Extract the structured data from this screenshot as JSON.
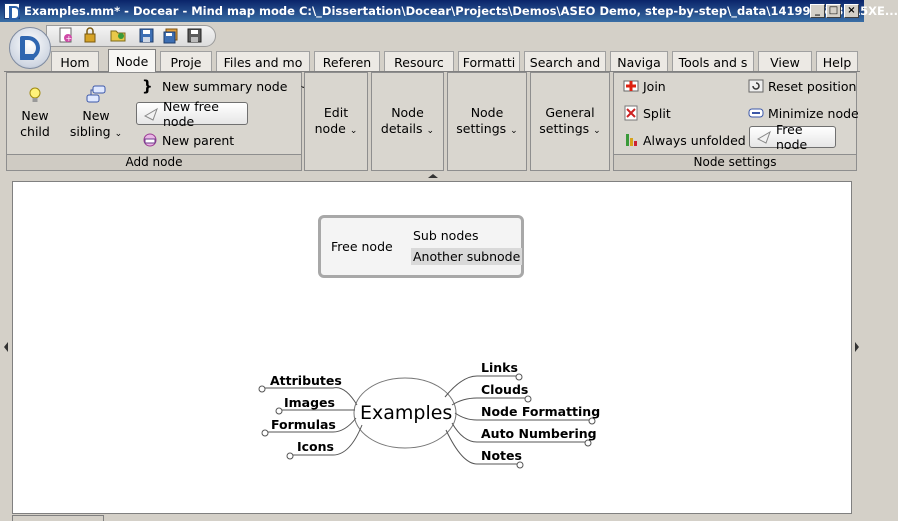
{
  "window": {
    "title": "Examples.mm* - Docear - Mind map mode C:\\_Dissertation\\Docear\\Projects\\Demos\\ASEO Demo, step-by-step\\_data\\1419906A3EA5XE..."
  },
  "tabs": [
    {
      "label": "Hom"
    },
    {
      "label": "Node"
    },
    {
      "label": "Proje"
    },
    {
      "label": "Files and mo"
    },
    {
      "label": "Referen"
    },
    {
      "label": "Resourc"
    },
    {
      "label": "Formatti"
    },
    {
      "label": "Search and"
    },
    {
      "label": "Naviga"
    },
    {
      "label": "Tools and s"
    },
    {
      "label": "View"
    },
    {
      "label": "Help"
    }
  ],
  "ribbon": {
    "add_node": {
      "group_label": "Add node",
      "new_child": "New\nchild",
      "new_child_l1": "New",
      "new_child_l2": "child",
      "new_sibling_l1": "New",
      "new_sibling_l2": "sibling",
      "new_summary_node": "New summary node",
      "new_free_node": "New free node",
      "new_parent": "New parent"
    },
    "edit_node": {
      "l1": "Edit",
      "l2": "node"
    },
    "node_details": {
      "l1": "Node",
      "l2": "details"
    },
    "node_settings_dd": {
      "l1": "Node",
      "l2": "settings"
    },
    "general_settings": {
      "l1": "General",
      "l2": "settings"
    },
    "node_settings": {
      "group_label": "Node settings",
      "join": "Join",
      "split": "Split",
      "always_unfolded": "Always unfolded",
      "reset_position": "Reset position",
      "minimize_node": "Minimize node",
      "free_node": "Free node"
    }
  },
  "mindmap": {
    "free_box": {
      "root": "Free node",
      "children": [
        "Sub nodes",
        "Another subnode"
      ]
    },
    "root": "Examples",
    "left": [
      "Attributes",
      "Images",
      "Formulas",
      "Icons"
    ],
    "right": [
      "Links",
      "Clouds",
      "Node Formatting",
      "Auto Numbering",
      "Notes"
    ]
  },
  "colors": {
    "titlebar_start": "#0a246a",
    "titlebar_end": "#3a6ea5",
    "canvas": "#ffffff",
    "edge": "#555555"
  }
}
